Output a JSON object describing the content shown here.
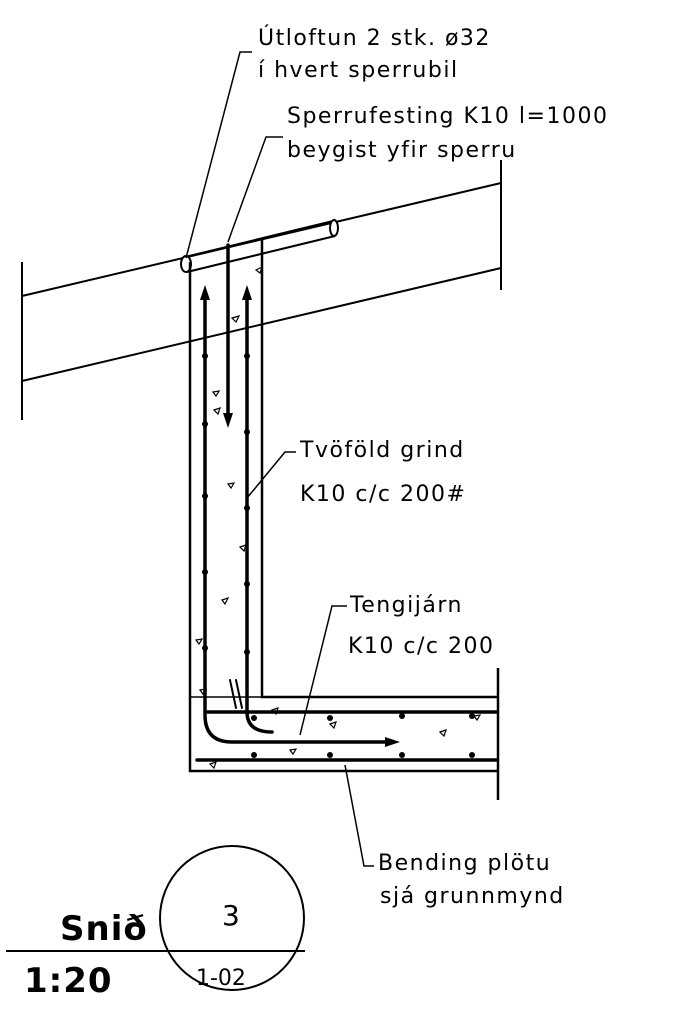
{
  "notes": {
    "utloftun": {
      "line1": "Útloftun 2 stk. ø32",
      "line2": "í hvert sperrubil"
    },
    "sperrufesting": {
      "line1": "Sperrufesting K10 l=1000",
      "line2": "beygist yfir sperru"
    },
    "grind": {
      "line1": "Tvöföld grind",
      "line2": "K10 c/c 200#"
    },
    "tengijarn": {
      "line1": "Tengijárn",
      "line2": "K10 c/c 200"
    },
    "bending": {
      "line1": "Bending plötu",
      "line2": "sjá grunnmynd"
    }
  },
  "title_block": {
    "section_label": "Snið",
    "scale": "1:20",
    "detail_number": "3",
    "sheet_ref": "1-02"
  }
}
